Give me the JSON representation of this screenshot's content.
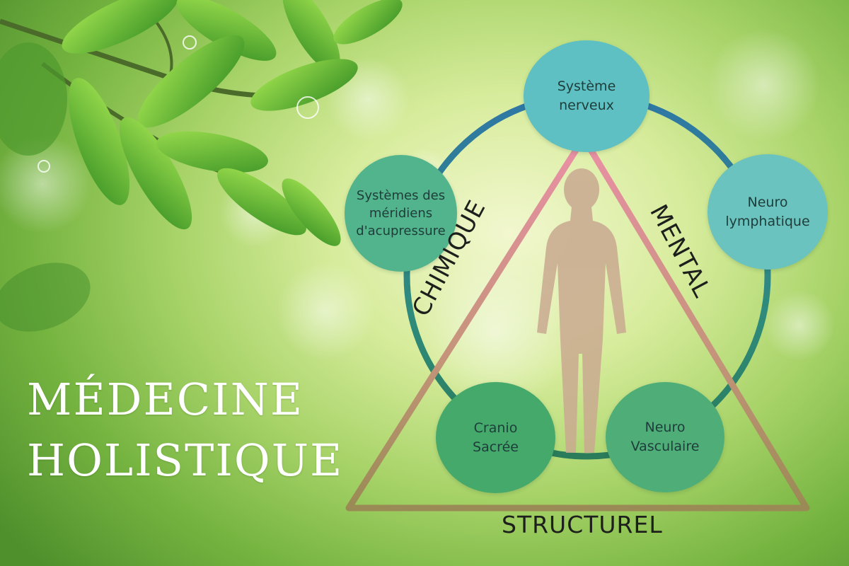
{
  "title": {
    "line1": "MÉDECINE",
    "line2": "HOLISTIQUE"
  },
  "nodes": {
    "nerveux": {
      "line1": "Système",
      "line2": "nerveux"
    },
    "lymph": {
      "line1": "Neuro",
      "line2": "lymphatique"
    },
    "meridiens": {
      "line1": "Systèmes des",
      "line2": "méridiens",
      "line3": "d'acupressure"
    },
    "cranio": {
      "line1": "Cranio",
      "line2": "Sacrée"
    },
    "vasc": {
      "line1": "Neuro",
      "line2": "Vasculaire"
    }
  },
  "sides": {
    "left": "CHIMIQUE",
    "right": "MENTAL",
    "bottom": "STRUCTUREL"
  },
  "colors": {
    "ring": "#2e7f86",
    "triangle_top": "#e08aa0",
    "triangle_bottom": "#a08a55",
    "leaf": "#5ab33a",
    "silhouette": "#c9a990"
  }
}
